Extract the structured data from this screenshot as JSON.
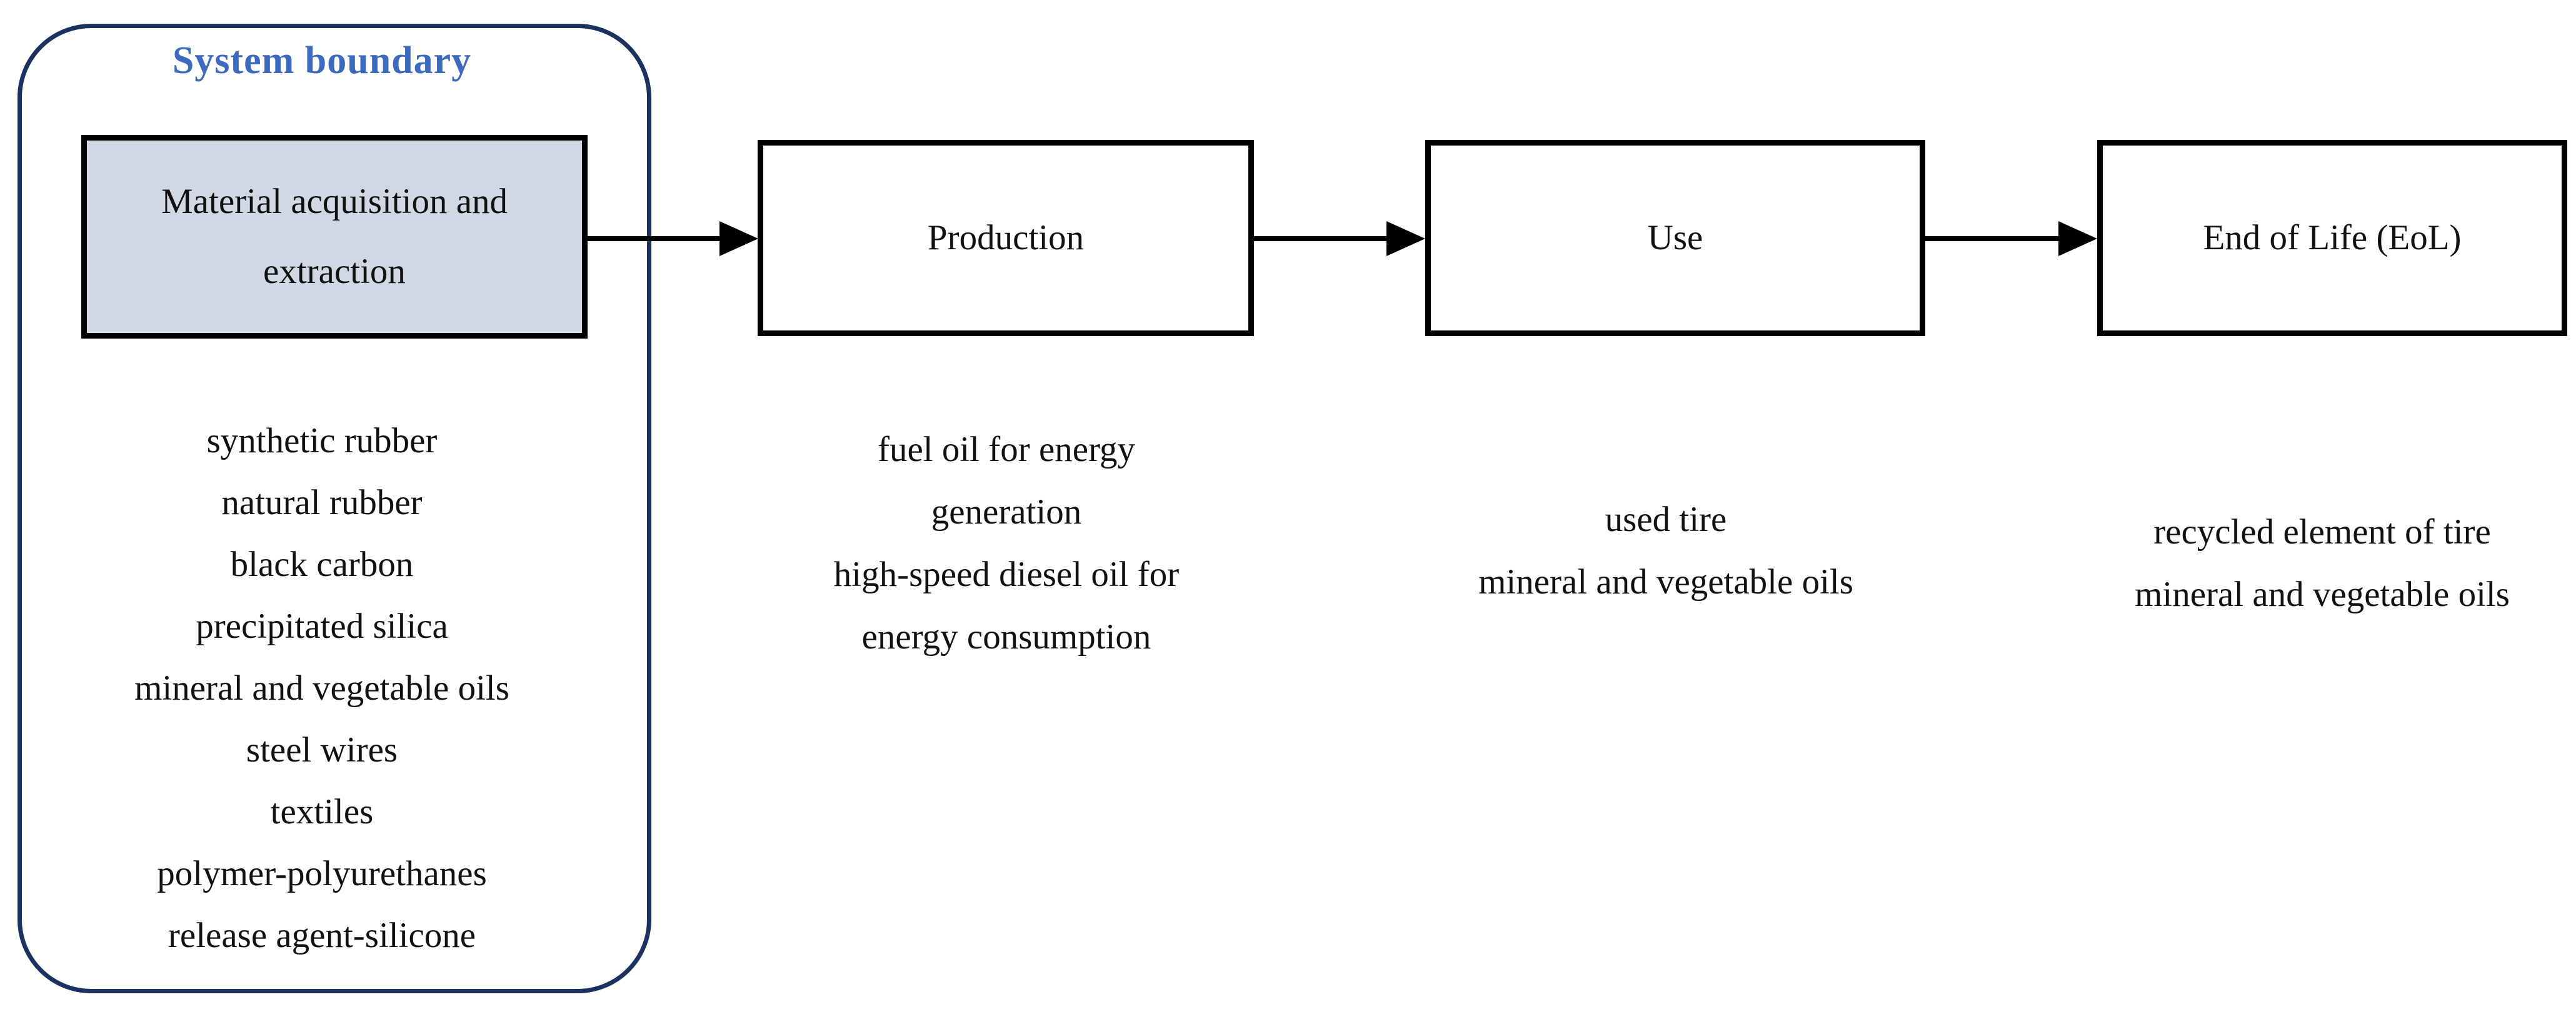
{
  "system_boundary": {
    "title": "System boundary",
    "materials": [
      "synthetic rubber",
      "natural rubber",
      "black carbon",
      "precipitated silica",
      "mineral and vegetable oils",
      "steel wires",
      "textiles",
      "polymer-polyurethanes",
      "release agent-silicone"
    ]
  },
  "stages": {
    "material_acquisition": {
      "label_line1": "Material acquisition and",
      "label_line2": "extraction"
    },
    "production": {
      "label": "Production",
      "lines": [
        "fuel oil for energy",
        "generation",
        "high-speed diesel oil for",
        "energy consumption"
      ]
    },
    "use": {
      "label": "Use",
      "lines": [
        "used tire",
        "mineral and vegetable oils"
      ]
    },
    "end_of_life": {
      "label": "End of Life (EoL)",
      "lines": [
        "recycled element of tire",
        "mineral and vegetable oils"
      ]
    }
  },
  "colors": {
    "boundary_border": "#1b3160",
    "title_blue": "#3c6abe",
    "material_box_fill": "#d2d8e3",
    "box_border": "#000000",
    "text": "#111111",
    "arrow": "#000000"
  }
}
